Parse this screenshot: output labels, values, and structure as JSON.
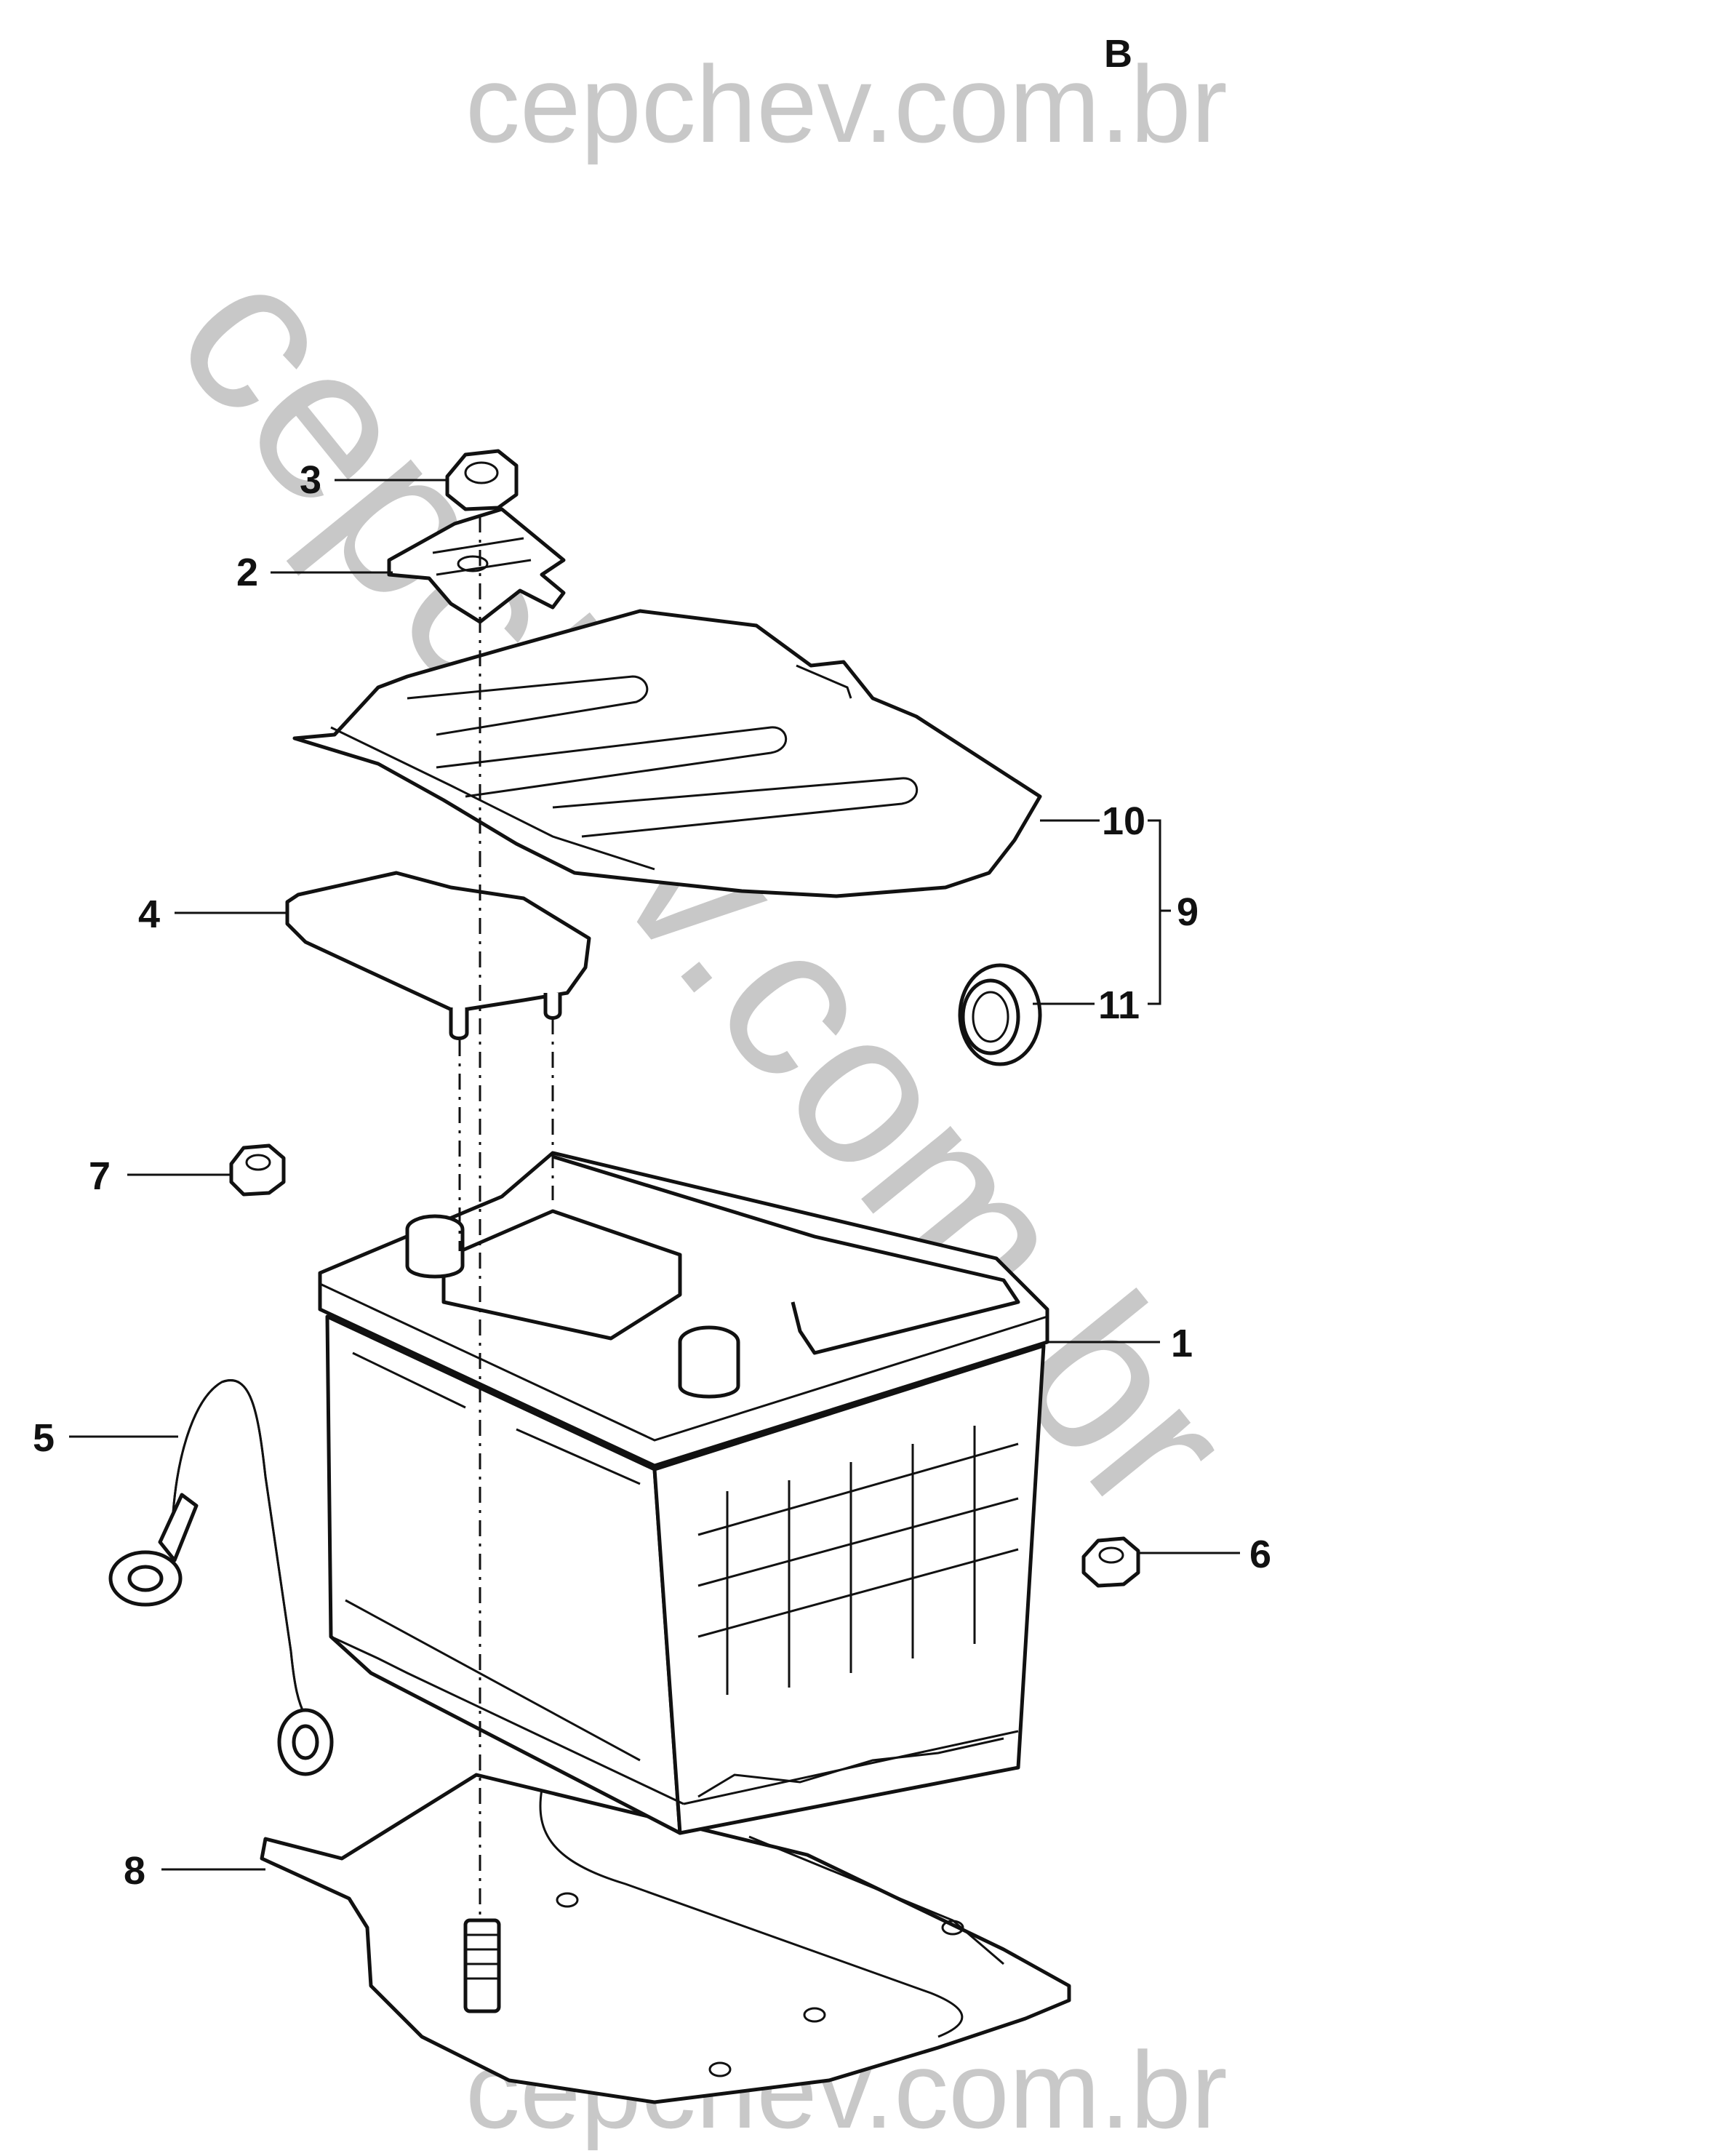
{
  "sheet_letter": "B",
  "watermark": {
    "top": "cepchev.com.br",
    "diagonal": "cepchev.com.br",
    "bottom": "cepchev.com.br"
  },
  "callouts": {
    "c1": "1",
    "c2": "2",
    "c3": "3",
    "c4": "4",
    "c5": "5",
    "c6": "6",
    "c7": "7",
    "c8": "8",
    "c9": "9",
    "c10": "10",
    "c11": "11"
  }
}
